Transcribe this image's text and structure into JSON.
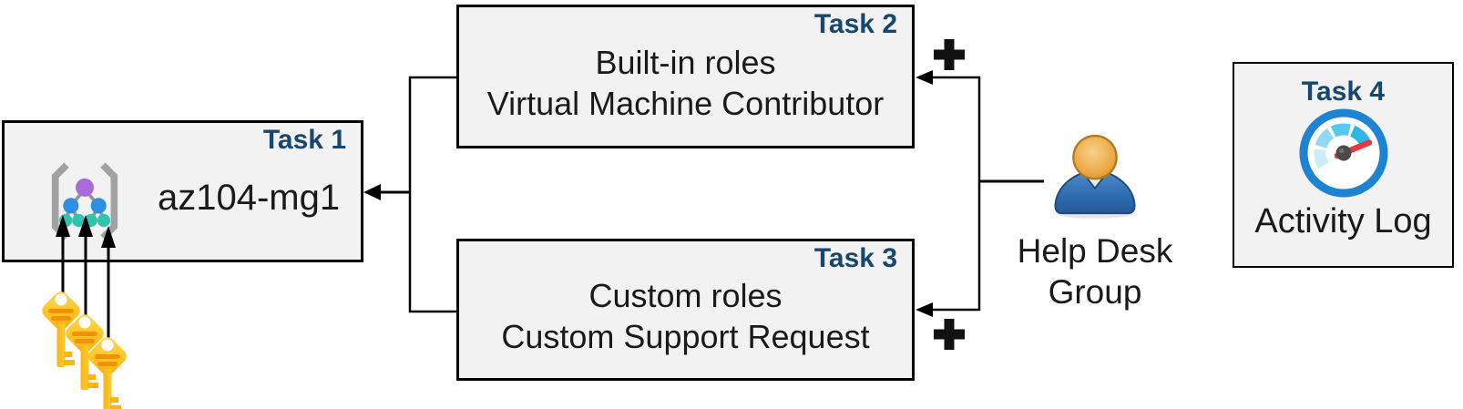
{
  "tasks": {
    "task1": {
      "badge": "Task 1",
      "title": "az104-mg1"
    },
    "task2": {
      "badge": "Task 2",
      "line1": "Built-in roles",
      "line2": "Virtual Machine Contributor"
    },
    "task3": {
      "badge": "Task 3",
      "line1": "Custom roles",
      "line2": "Custom Support Request"
    },
    "task4": {
      "badge": "Task 4",
      "caption": "Activity Log"
    }
  },
  "help_desk_group": {
    "line1": "Help Desk",
    "line2": "Group"
  },
  "icons": {
    "task1_icon": "management-group-icon",
    "task4_icon": "activity-log-gauge-icon",
    "help_desk_icon": "person-icon",
    "keys_icon": "access-keys-icon",
    "plus_top": "plus-icon",
    "plus_bottom": "plus-icon",
    "arrows": "arrow-left-icon"
  },
  "colors": {
    "box_fill": "#f2f2f2",
    "box_border": "#000000",
    "task_label": "#17466e",
    "body_text": "#1a1a1a",
    "connector": "#000000",
    "key_gold": "#ffc21e",
    "key_stripe": "#f0920b",
    "gauge_ring": "#1e83d3",
    "gauge_needle": "#e6393f",
    "person_body_blue": "#2e6cb0",
    "person_head_gold": "#e9a84f",
    "node_purple": "#a66bd8",
    "node_blue": "#2d8fe0",
    "node_teal": "#2fc4ae",
    "bracket_gray": "#a2a2a2"
  }
}
